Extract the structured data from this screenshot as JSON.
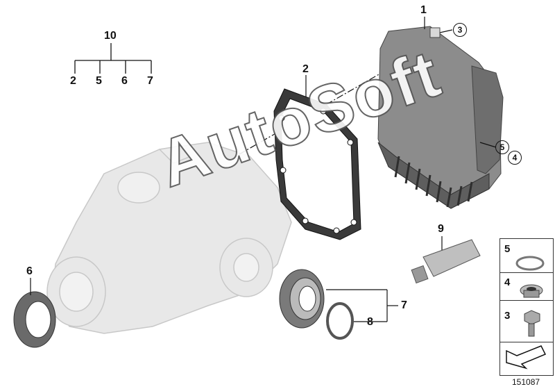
{
  "callouts": {
    "part_1": "1",
    "part_2": "2",
    "part_3": "3",
    "part_4": "4",
    "part_5": "5",
    "part_6": "6",
    "part_7": "7",
    "part_8": "8",
    "part_9": "9",
    "part_10": "10"
  },
  "tree": {
    "root": "10",
    "children": [
      "2",
      "5",
      "6",
      "7"
    ]
  },
  "side_panel": {
    "rows": [
      {
        "num": "5",
        "icon": "sealing-ring-icon"
      },
      {
        "num": "4",
        "icon": "screw-plug-icon"
      },
      {
        "num": "3",
        "icon": "hex-bolt-icon"
      }
    ],
    "footer_icon": "arrow-icon"
  },
  "catalog_number": "151087",
  "watermark": "AutoSoft",
  "colors": {
    "line": "#111111",
    "part_gray": "#8c8c8c",
    "part_light": "#e6e6e6"
  }
}
